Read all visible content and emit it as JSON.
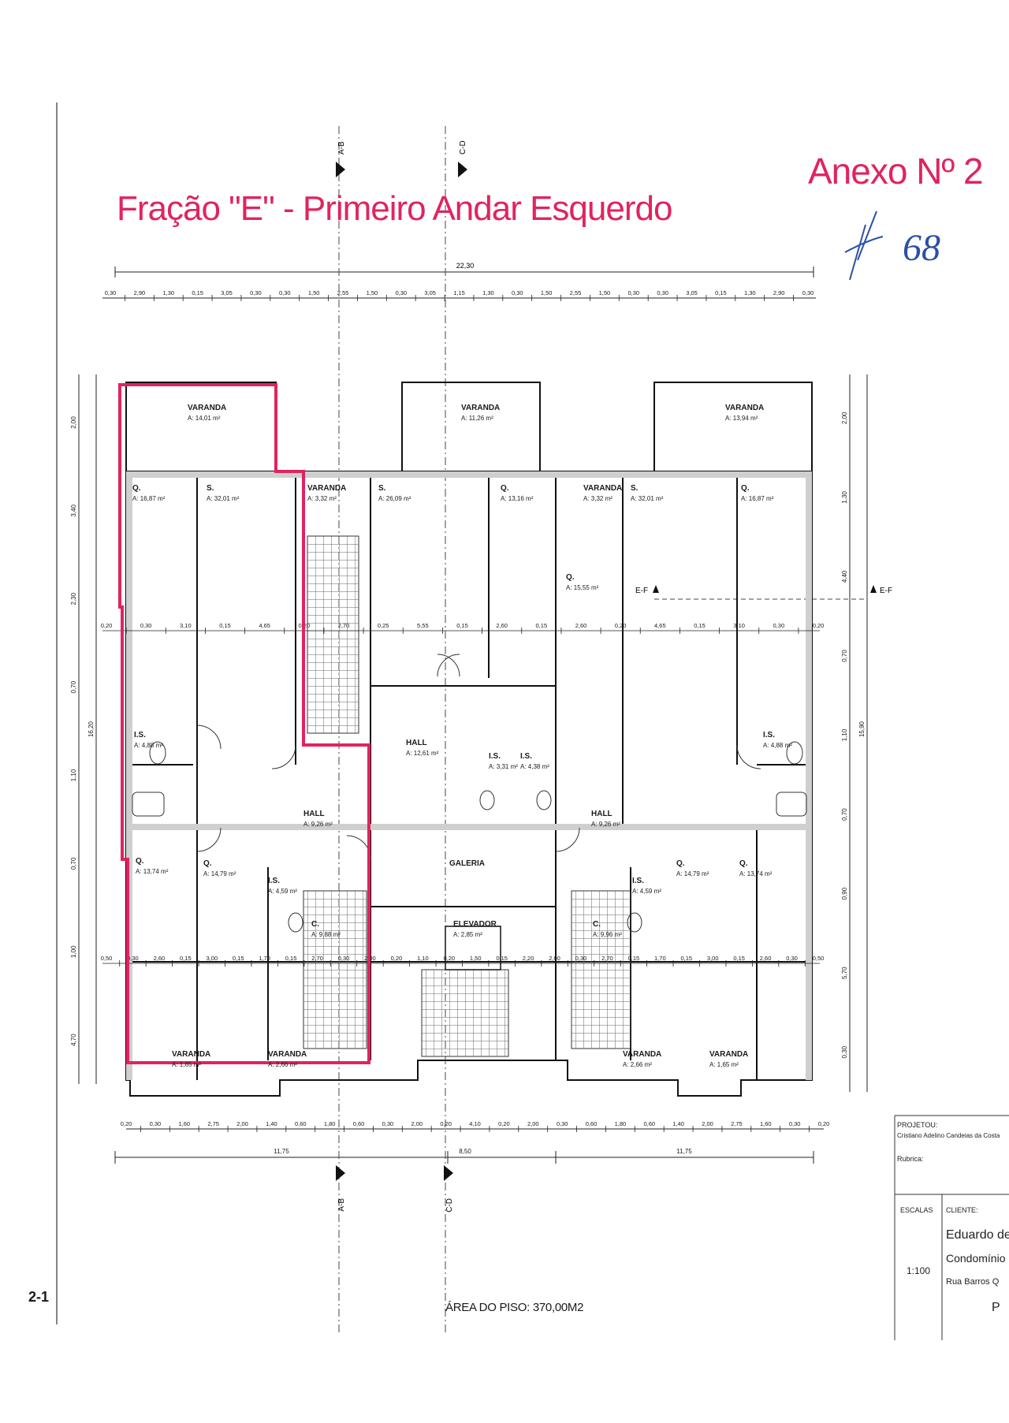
{
  "header": {
    "fraction_title": "Fração \"E\" - Primeiro Andar Esquerdo",
    "annex_title": "Anexo Nº 2",
    "signature_text": "68"
  },
  "sections": {
    "ab": "A-B",
    "cd": "C-D",
    "ef": "E-F"
  },
  "dimensions": {
    "overall_width": "22,30",
    "top_chain": [
      "0,30",
      "2,90",
      "1,30",
      "0,15",
      "3,05",
      "0,30",
      "0,30",
      "1,50",
      "2,55",
      "1,50",
      "0,30",
      "3,05",
      "1,15",
      "1,30",
      "0,30",
      "1,50",
      "2,55",
      "1,50",
      "0,30",
      "0,30",
      "3,05",
      "0,15",
      "1,30",
      "2,90",
      "0,30"
    ],
    "bottom_chain": [
      "0,20",
      "0,30",
      "1,60",
      "2,75",
      "2,00",
      "1,40",
      "0,60",
      "1,80",
      "0,60",
      "0,30",
      "2,00",
      "0,20",
      "4,10",
      "0,20",
      "2,00",
      "0,30",
      "0,60",
      "1,80",
      "0,60",
      "1,40",
      "2,00",
      "2,75",
      "1,60",
      "0,30",
      "0,20"
    ],
    "bottom_totals": [
      "11,75",
      "8,50",
      "11,75"
    ],
    "left_chain": [
      "2,00",
      "3,40",
      "2,30",
      "0,70",
      "1,10",
      "0,70",
      "1,00",
      "4,70"
    ],
    "left_total": "16,20",
    "right_chain": [
      "2,00",
      "1,30",
      "4,40",
      "0,70",
      "1,10",
      "0,70",
      "0,90",
      "5,70",
      "0,30"
    ],
    "right_total": "15,90",
    "mid_row_upper": [
      "0,20",
      "0,30",
      "3,10",
      "0,15",
      "4,65",
      "0,20",
      "2,70",
      "0,25",
      "5,55",
      "0,15",
      "2,60",
      "0,15",
      "2,60",
      "0,20",
      "4,65",
      "0,15",
      "3,10",
      "0,30",
      "0,20"
    ],
    "mid_row_lower": [
      "0,50",
      "0,30",
      "2,60",
      "0,15",
      "3,00",
      "0,15",
      "1,70",
      "0,15",
      "2,70",
      "0,30",
      "2,00",
      "0,20",
      "1,10",
      "0,20",
      "1,50",
      "0,15",
      "2,20",
      "2,00",
      "0,30",
      "2,70",
      "0,15",
      "1,70",
      "0,15",
      "3,00",
      "0,15",
      "2,60",
      "0,30",
      "0,50"
    ]
  },
  "rooms": [
    {
      "name": "VARANDA",
      "area": "A: 14,01 m²"
    },
    {
      "name": "VARANDA",
      "area": "A: 11,26 m²"
    },
    {
      "name": "VARANDA",
      "area": "A: 13,94 m²"
    },
    {
      "name": "Q.",
      "area": "A: 16,87 m²"
    },
    {
      "name": "S.",
      "area": "A: 32,01 m²"
    },
    {
      "name": "VARANDA",
      "area": "A: 3,32 m²"
    },
    {
      "name": "S.",
      "area": "A: 26,09 m²"
    },
    {
      "name": "Q.",
      "area": "A: 13,16 m²"
    },
    {
      "name": "VARANDA",
      "area": "A: 3,32 m²"
    },
    {
      "name": "S.",
      "area": "A: 32,01 m²"
    },
    {
      "name": "Q.",
      "area": "A: 16,87 m²"
    },
    {
      "name": "Q.",
      "area": "A: 15,55 m²"
    },
    {
      "name": "I.S.",
      "area": "A: 4,88 m²"
    },
    {
      "name": "HALL",
      "area": "A: 12,61 m²"
    },
    {
      "name": "I.S.",
      "area": "A: 3,31 m²"
    },
    {
      "name": "I.S.",
      "area": "A: 4,38 m²"
    },
    {
      "name": "I.S.",
      "area": "A: 4,88 m²"
    },
    {
      "name": "HALL",
      "area": "A: 9,26 m²"
    },
    {
      "name": "HALL",
      "area": "A: 9,26 m²"
    },
    {
      "name": "GALERIA",
      "area": ""
    },
    {
      "name": "Q.",
      "area": "A: 13,74 m²"
    },
    {
      "name": "Q.",
      "area": "A: 14,79 m²"
    },
    {
      "name": "I.S.",
      "area": "A: 4,59 m²"
    },
    {
      "name": "C.",
      "area": "A: 9,88 m²"
    },
    {
      "name": "ELEVADOR",
      "area": "A: 2,85 m²"
    },
    {
      "name": "I.S.",
      "area": "A: 4,59 m²"
    },
    {
      "name": "C.",
      "area": "A: 9,96 m²"
    },
    {
      "name": "Q.",
      "area": "A: 14,79 m²"
    },
    {
      "name": "Q.",
      "area": "A: 13,74 m²"
    },
    {
      "name": "VARANDA",
      "area": "A: 1,65 m²"
    },
    {
      "name": "VARANDA",
      "area": "A: 2,66 m²"
    },
    {
      "name": "VARANDA",
      "area": "A: 2,66 m²"
    },
    {
      "name": "VARANDA",
      "area": "A: 1,65 m²"
    }
  ],
  "floor_area": "ÁREA DO PISO: 370,00M2",
  "title_block": {
    "projetou_label": "PROJETOU:",
    "designer": "Cristiano Adelino Candeias da Costa",
    "rubrica_label": "Rubrica:",
    "escalas_label": "ESCALAS",
    "scale": "1:100",
    "cliente_label": "CLIENTE:",
    "client_line1": "Eduardo de",
    "client_line2": "Condomínio",
    "client_line3": "Rua Barros Q",
    "sheet_letter": "P"
  },
  "page_ref": "2-1",
  "colors": {
    "highlight": "#e0245e",
    "ink": "#1a1a1a",
    "signature": "#2b4fa8",
    "hatch": "#555555"
  }
}
